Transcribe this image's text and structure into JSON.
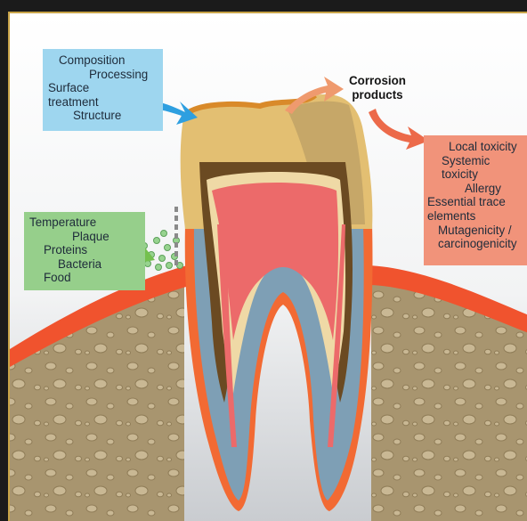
{
  "figure": {
    "boxes": {
      "material": {
        "lines": [
          "Composition",
          "Processing",
          "Surface",
          "treatment",
          "Structure"
        ],
        "color": "#9ed6ef"
      },
      "environment": {
        "lines": [
          "Temperature",
          "Plaque",
          "Proteins",
          "Bacteria",
          "Food"
        ],
        "color": "#96cf8b"
      },
      "effects": {
        "lines": [
          "Local toxicity",
          "Systemic",
          "toxicity",
          "Allergy",
          "Essential trace",
          "elements",
          "Mutagenicity /",
          "carcinogenicity"
        ],
        "color": "#f1937a"
      }
    },
    "corrosion_label": [
      "Corrosion",
      "products"
    ],
    "colors": {
      "frame": "#1b1b1b",
      "border": "#c8a448",
      "enamel": "#e3bf72",
      "dentin": "#efd9a6",
      "pulp": "#ec6a6a",
      "root_canal": "#7e9fb5",
      "gum": "#f0532e",
      "bone": "#a8956f",
      "arrow_blue": "#2e9fe0",
      "arrow_green": "#74c04e",
      "arrow_red": "#ec6a4a"
    }
  }
}
